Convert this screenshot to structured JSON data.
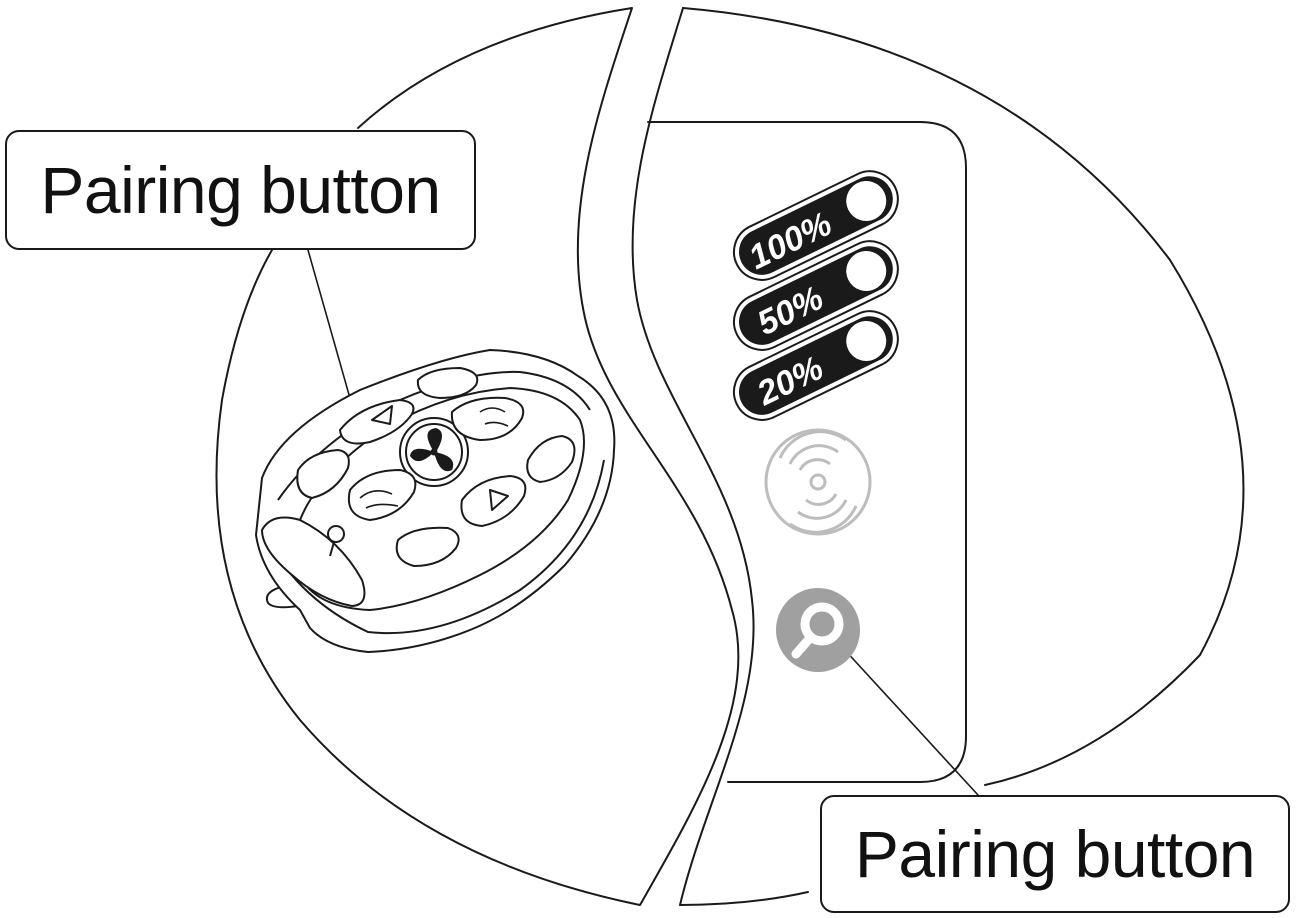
{
  "labels": {
    "left": "Pairing button",
    "right": "Pairing button"
  },
  "indicators": [
    {
      "text": "100%"
    },
    {
      "text": "50%"
    },
    {
      "text": "20%"
    }
  ],
  "icons": {
    "signal": "wireless-signal-icon",
    "pair": "pairing-key-icon",
    "fan": "fan-icon"
  },
  "colors": {
    "line": "#1a1a1a",
    "pill_fill": "#1a1a1a",
    "signal_gray": "#bdbdbd",
    "pair_gray": "#a0a0a0"
  }
}
